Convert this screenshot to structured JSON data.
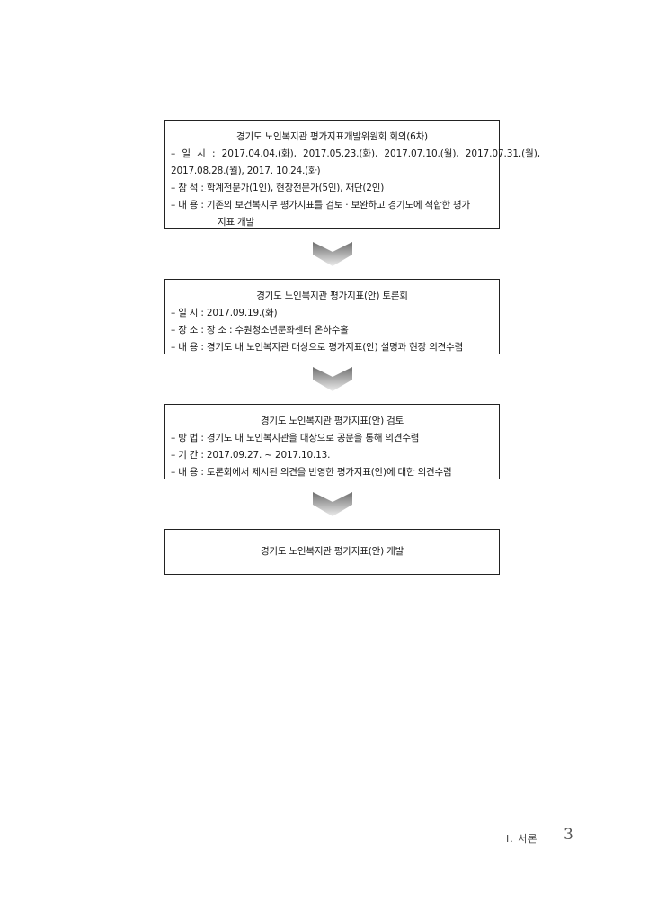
{
  "box1": {
    "title": "경기도 노인복지관 평가지표개발위원회 회의(6차)",
    "date_line1": "– 일 시 : 2017.04.04.(화), 2017.05.23.(화), 2017.07.10.(월), 2017.07.31.(월),",
    "date_line2": "2017.08.28.(월), 2017. 10.24.(화)",
    "attendees": "– 참 석 : 학계전문가(1인), 현장전문가(5인), 재단(2인)",
    "content_line1": "– 내 용 : 기존의 보건복지부 평가지표를 검토 · 보완하고 경기도에 적합한 평가",
    "content_line2": "지표 개발"
  },
  "box2": {
    "title": "경기도 노인복지관 평가지표(안) 토론회",
    "date": "– 일 시 : 2017.09.19.(화)",
    "place": "– 장 소 : 장 소 : 수원청소년문화센터 온하수홀",
    "content": "– 내 용 : 경기도 내 노인복지관 대상으로 평가지표(안) 설명과 현장 의견수렴"
  },
  "box3": {
    "title": "경기도 노인복지관 평가지표(안) 검토",
    "method": "– 방 법 : 경기도 내 노인복지관을 대상으로 공문을 통해 의견수렴",
    "period": "– 기 간 : 2017.09.27. ~ 2017.10.13.",
    "content": "– 내 용 : 토론회에서 제시된 의견을 반영한 평가지표(안)에 대한 의견수렴"
  },
  "box4": {
    "title": "경기도 노인복지관 평가지표(안) 개발"
  },
  "footer": {
    "section": "Ⅰ. 서론",
    "page": "3"
  }
}
